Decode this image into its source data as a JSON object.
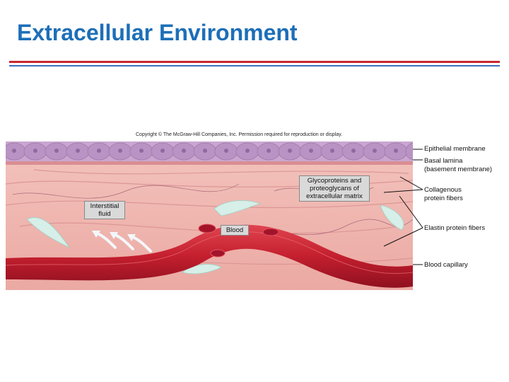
{
  "slide": {
    "title": "Extracellular Environment"
  },
  "figure": {
    "copyright": "Copyright © The McGraw-Hill Companies, Inc. Permission required for reproduction or display.",
    "labels": {
      "epithelial": "Epithelial membrane",
      "basal_line1": "Basal lamina",
      "basal_line2": "(basement membrane)",
      "collagen_line1": "Collagenous",
      "collagen_line2": "protein fibers",
      "elastin": "Elastin protein fibers",
      "capillary": "Blood capillary",
      "glyco_line1": "Glycoproteins and",
      "glyco_line2": "proteoglycans of",
      "glyco_line3": "extracellular matrix",
      "interstitial_line1": "Interstitial",
      "interstitial_line2": "fluid",
      "blood": "Blood"
    }
  },
  "colors": {
    "title": "#1d6fb8",
    "rule_red": "#c8262d",
    "rule_blue": "#3b6fc0",
    "tissue": "#f0b6b0",
    "epithelium": "#c9a6d0",
    "vessel": "#c41f2e",
    "fluid": "#d6efe8"
  }
}
